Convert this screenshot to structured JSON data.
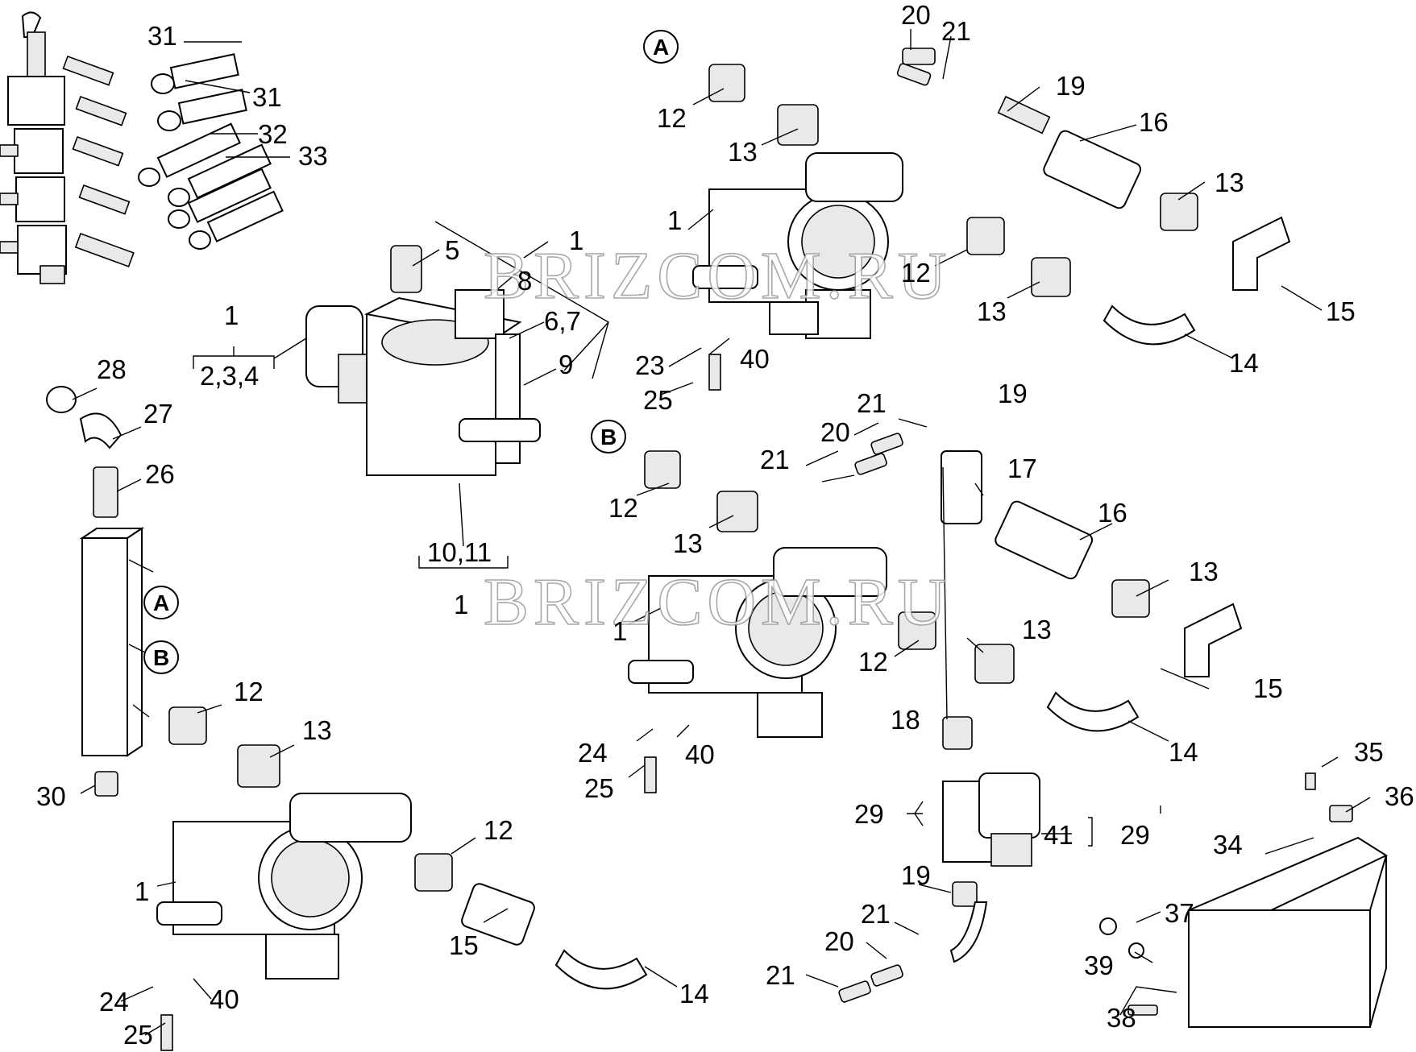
{
  "watermark": "BRIZCOM.RU",
  "circle_labels": [
    "A",
    "B",
    "A",
    "B"
  ],
  "callouts": [
    "31",
    "31",
    "32",
    "33",
    "20",
    "21",
    "12",
    "13",
    "19",
    "16",
    "13",
    "12",
    "13",
    "15",
    "14",
    "1",
    "5",
    "1",
    "8",
    "6,7",
    "9",
    "1",
    "2,3,4",
    "23",
    "40",
    "25",
    "28",
    "27",
    "26",
    "10,11",
    "1",
    "21",
    "19",
    "20",
    "21",
    "17",
    "16",
    "13",
    "15",
    "14",
    "12",
    "13",
    "12",
    "13",
    "1",
    "24",
    "40",
    "25",
    "18",
    "29",
    "41",
    "29",
    "12",
    "13",
    "12",
    "15",
    "14",
    "1",
    "24",
    "40",
    "25",
    "30",
    "35",
    "36",
    "34",
    "37",
    "39",
    "38",
    "19",
    "21",
    "20",
    "21"
  ]
}
